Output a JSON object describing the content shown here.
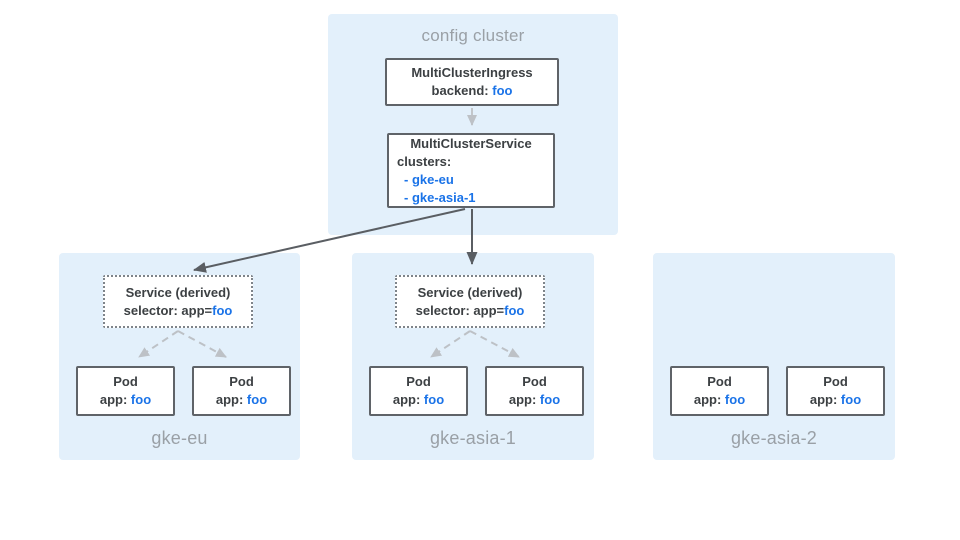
{
  "diagram_title": "",
  "colors": {
    "panel_bg": "#E3F0FB",
    "panel_label_gray": "#9AA0A6",
    "box_border_gray": "#5F6368",
    "text_dark": "#3C4043",
    "accent_blue": "#1A73E8",
    "arrow_dark": "#5A5E63",
    "arrow_light": "#BDC1C6"
  },
  "config_cluster": {
    "title": "config cluster",
    "ingress_box": {
      "title": "MultiClusterIngress",
      "backend_label": "backend: ",
      "backend_value": "foo"
    },
    "service_box": {
      "title": "MultiClusterService",
      "clusters_label": "clusters:",
      "cluster_items": [
        "- gke-eu",
        "- gke-asia-1"
      ]
    }
  },
  "clusters": [
    {
      "label": "gke-eu",
      "service": {
        "title": "Service (derived)",
        "selector_label": "selector: app=",
        "selector_value": "foo"
      },
      "pods": [
        {
          "title": "Pod",
          "app_label": "app: ",
          "app_value": "foo"
        },
        {
          "title": "Pod",
          "app_label": "app: ",
          "app_value": "foo"
        }
      ]
    },
    {
      "label": "gke-asia-1",
      "service": {
        "title": "Service (derived)",
        "selector_label": "selector: app=",
        "selector_value": "foo"
      },
      "pods": [
        {
          "title": "Pod",
          "app_label": "app: ",
          "app_value": "foo"
        },
        {
          "title": "Pod",
          "app_label": "app: ",
          "app_value": "foo"
        }
      ]
    },
    {
      "label": "gke-asia-2",
      "service": null,
      "pods": [
        {
          "title": "Pod",
          "app_label": "app: ",
          "app_value": "foo"
        },
        {
          "title": "Pod",
          "app_label": "app: ",
          "app_value": "foo"
        }
      ]
    }
  ]
}
